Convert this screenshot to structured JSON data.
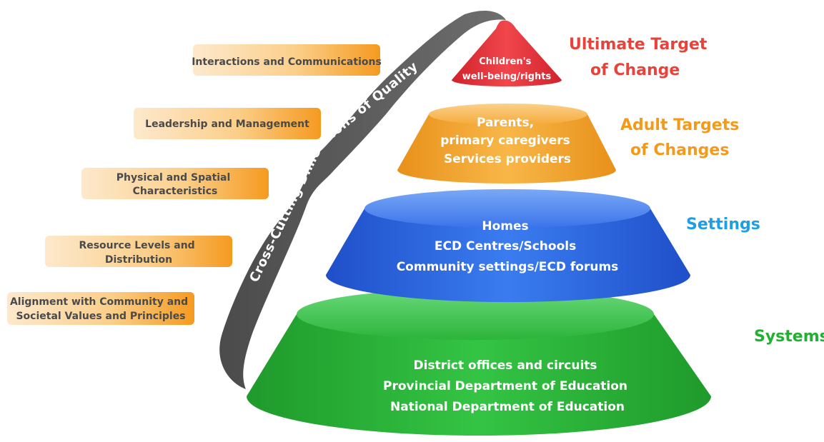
{
  "dimensions": [
    {
      "lines": [
        "Interactions and Communications"
      ]
    },
    {
      "lines": [
        "Leadership and Management"
      ]
    },
    {
      "lines": [
        "Physical and Spatial",
        "Characteristics"
      ]
    },
    {
      "lines": [
        "Resource Levels and",
        "Distribution"
      ]
    },
    {
      "lines": [
        "Alignment with Community and",
        "Societal Values and Principles"
      ]
    }
  ],
  "curve_label": "Cross-Cutting Dimensions of Quality",
  "levels": [
    {
      "lines": [
        "Children's",
        "well-being/rights"
      ],
      "label_lines": [
        "Ultimate Target",
        "of Change"
      ],
      "label_color": "#e8423a",
      "fill": "#e8323a"
    },
    {
      "lines": [
        "Parents,",
        "primary caregivers",
        "Services providers"
      ],
      "label_lines": [
        "Adult Targets",
        "of Changes"
      ],
      "label_color": "#f39a1a",
      "fill": "#f5a623"
    },
    {
      "lines": [
        "Homes",
        "ECD Centres/Schools",
        "Community settings/ECD forums"
      ],
      "label_lines": [
        "Settings"
      ],
      "label_color": "#1f9ee8",
      "fill": "#2f6fe6"
    },
    {
      "lines": [
        "District offices and circuits",
        "Provincial Department of Education",
        "National Department of Education"
      ],
      "label_lines": [
        "Systems"
      ],
      "label_color": "#22b033",
      "fill": "#27b336"
    }
  ]
}
